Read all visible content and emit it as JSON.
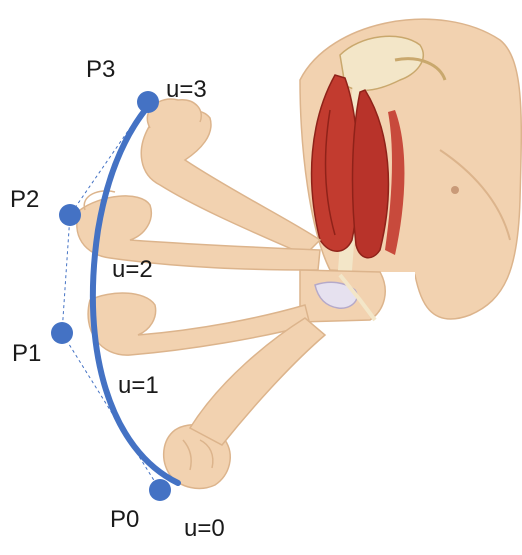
{
  "points": [
    {
      "id": "P0",
      "label": "P0",
      "param": "u=0"
    },
    {
      "id": "P1",
      "label": "P1",
      "param": "u=1"
    },
    {
      "id": "P2",
      "label": "P2",
      "param": "u=2"
    },
    {
      "id": "P3",
      "label": "P3",
      "param": "u=3"
    }
  ],
  "colors": {
    "curve": "#4472c4",
    "control_polygon": "#4472c4",
    "skin": "#f2d2b0",
    "skin_shadow": "#dcb48c",
    "muscle": "#c23b2f",
    "muscle_dark": "#8f2219",
    "bone": "#f3e6c8",
    "background": "#ffffff"
  },
  "illustration": {
    "subject": "arm flexion poses at elbow with upper arm muscles",
    "icon": "arm-anatomy-illustration"
  }
}
